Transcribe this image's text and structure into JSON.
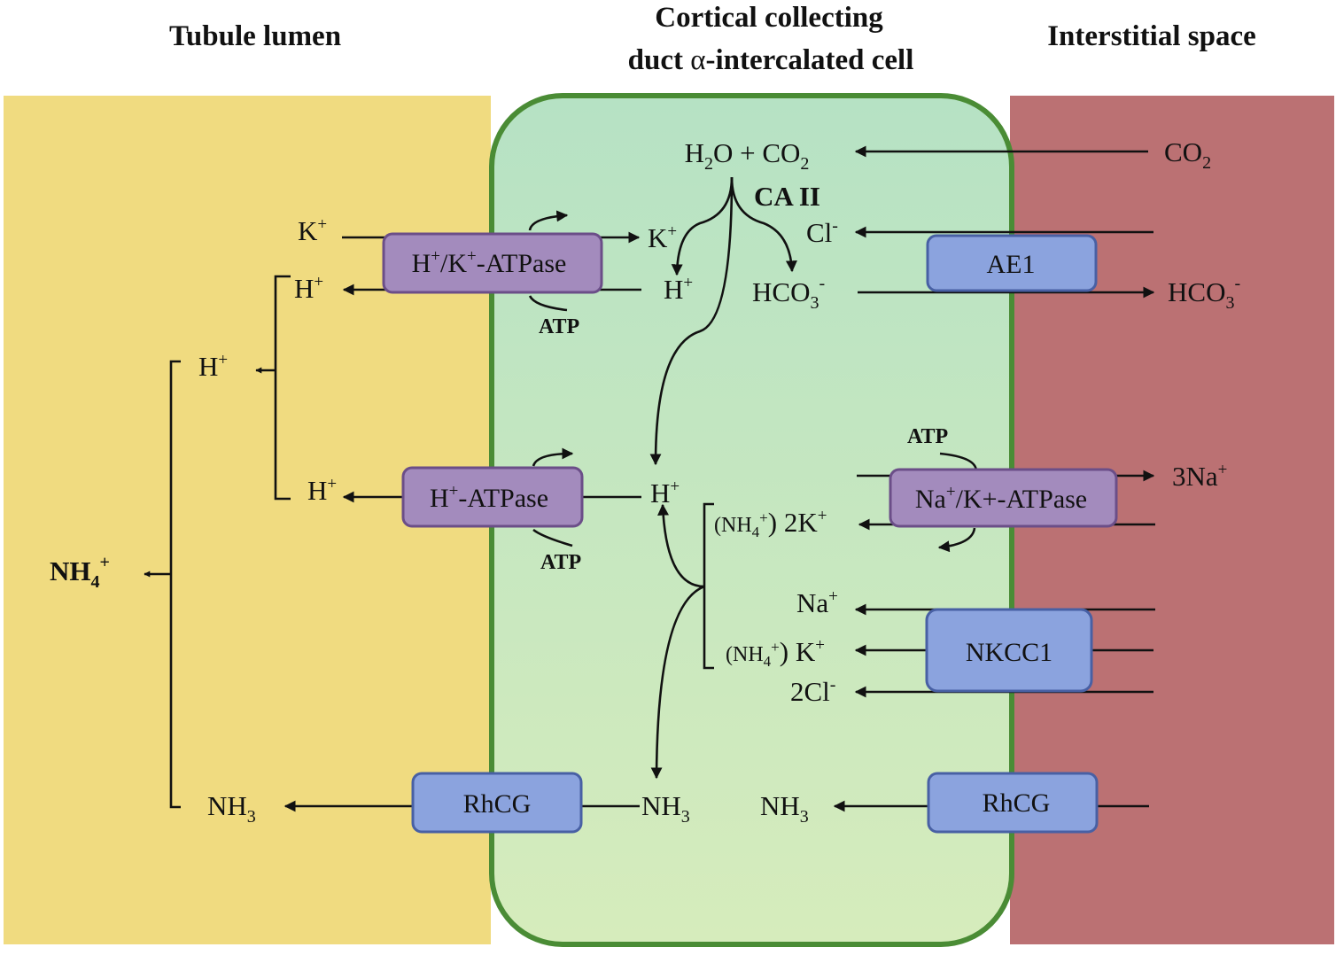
{
  "headers": {
    "lumen": "Tubule lumen",
    "cell_line1": "Cortical collecting",
    "cell_line2_a": "duct ",
    "cell_line2_alpha": "α",
    "cell_line2_b": "-intercalated cell",
    "interstitial": "Interstitial space"
  },
  "colors": {
    "lumen": "#f0db80",
    "cell_top": "#b6e2c4",
    "cell_bottom": "#d6ecbc",
    "cell_border": "#4a8c35",
    "interstitial": "#bb7173",
    "transporter_purple": "#a38bbd",
    "transporter_purple_border": "#6b4e88",
    "transporter_blue": "#8ba3de",
    "transporter_blue_border": "#4860a4"
  },
  "transporters": {
    "hk_atpase": {
      "a": "H",
      "sup1": "+",
      "b": "/K",
      "sup2": "+",
      "c": "-ATPase"
    },
    "h_atpase": {
      "a": "H",
      "sup": "+",
      "b": "-ATPase"
    },
    "rhcg_left": "RhCG",
    "ae1": "AE1",
    "nak_atpase": {
      "a": "Na",
      "sup": "+",
      "b": "/K+-ATPase"
    },
    "nkcc1": "NKCC1",
    "rhcg_right": "RhCG"
  },
  "labels": {
    "co2_top": {
      "a": "H",
      "sub": "2",
      "b": "O + CO",
      "sub2": "2"
    },
    "ca2": "CA II",
    "co2_int": {
      "a": "CO",
      "sub": "2"
    },
    "k_lumen": {
      "a": "K",
      "sup": "+"
    },
    "k_cell": {
      "a": "K",
      "sup": "+"
    },
    "cl_cell": {
      "a": "Cl",
      "sup": "-"
    },
    "h_lumen_1": {
      "a": "H",
      "sup": "+"
    },
    "h_cell_1": {
      "a": "H",
      "sup": "+"
    },
    "hco3_cell": {
      "a": "HCO",
      "sub": "3",
      "sup": "-"
    },
    "hco3_int": {
      "a": "HCO",
      "sub": "3",
      "sup": "-"
    },
    "atp_1": "ATP",
    "h_lumen_mid": {
      "a": "H",
      "sup": "+"
    },
    "h_lumen_2": {
      "a": "H",
      "sup": "+"
    },
    "h_cell_2": {
      "a": "H",
      "sup": "+"
    },
    "atp_2": "ATP",
    "atp_3": "ATP",
    "na3_int": {
      "a": "3Na",
      "sup": "+"
    },
    "nh4_2k": {
      "a": "(NH",
      "sub": "4",
      "sup": "+",
      "b": ") 2K",
      "sup2": "+"
    },
    "na_cell": {
      "a": "Na",
      "sup": "+"
    },
    "nh4_k": {
      "a": "(NH",
      "sub": "4",
      "sup": "+",
      "b": ") K",
      "sup2": "+"
    },
    "cl2_cell": {
      "a": "2Cl",
      "sup": "-"
    },
    "nh4_lumen": {
      "a": "NH",
      "sub": "4",
      "sup": "+"
    },
    "nh3_lumen": {
      "a": "NH",
      "sub": "3"
    },
    "nh3_cell_left": {
      "a": "NH",
      "sub": "3"
    },
    "nh3_cell_right": {
      "a": "NH",
      "sub": "3"
    }
  }
}
